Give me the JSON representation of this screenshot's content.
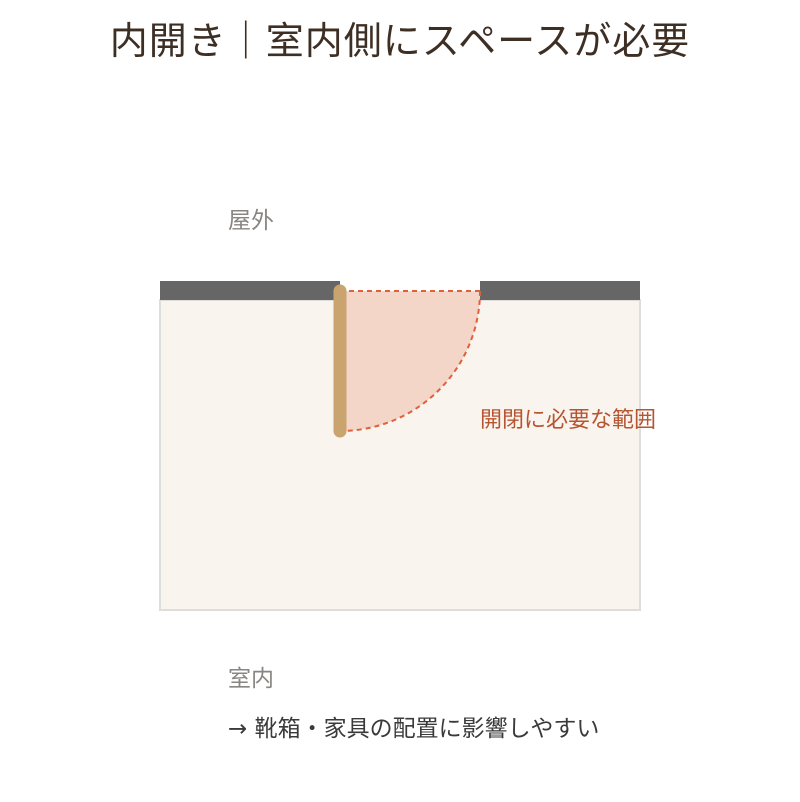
{
  "title": "内開き｜室内側にスペースが必要",
  "labels": {
    "outside": "屋外",
    "inside": "室内",
    "swing_range": "開閉に必要な範囲",
    "note": "→ 靴箱・家具の配置に影響しやすい"
  },
  "colors": {
    "wall": "#666666",
    "room_fill": "#faf4ee",
    "room_border": "#dddddd",
    "door": "#c9a46e",
    "swing_fill": "#f4d6c9",
    "swing_dash": "#e0603a",
    "title_text": "#3e2f25",
    "range_text": "#b55532"
  }
}
